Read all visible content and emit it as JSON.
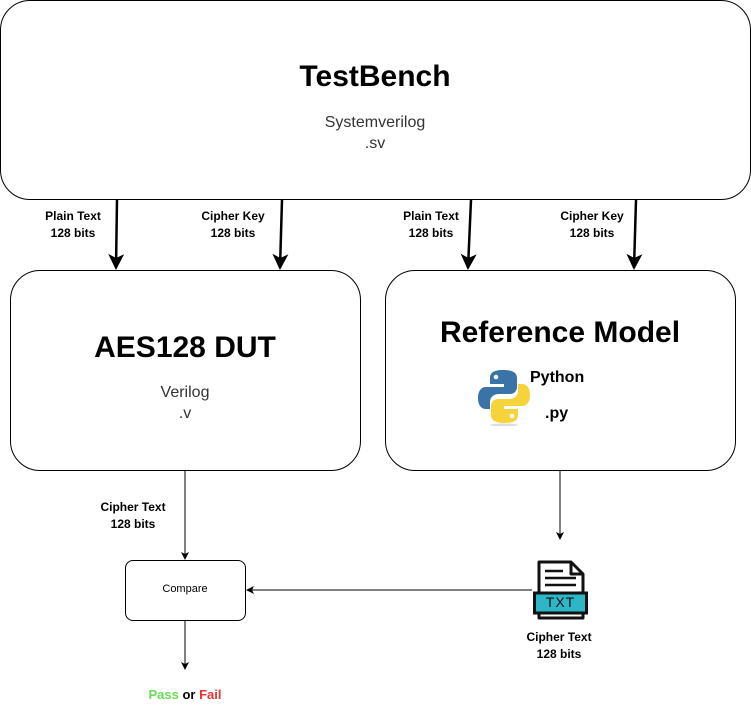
{
  "testbench": {
    "title": "TestBench",
    "language": "Systemverilog",
    "extension": ".sv"
  },
  "dut": {
    "title": "AES128 DUT",
    "language": "Verilog",
    "extension": ".v"
  },
  "reference_model": {
    "title": "Reference Model",
    "language": "Python",
    "extension": ".py",
    "logo_icon": "python-logo-icon"
  },
  "inputs": {
    "dut_plain": {
      "line1": "Plain Text",
      "line2": "128 bits"
    },
    "dut_key": {
      "line1": "Cipher Key",
      "line2": "128 bits"
    },
    "ref_plain": {
      "line1": "Plain Text",
      "line2": "128 bits"
    },
    "ref_key": {
      "line1": "Cipher Key",
      "line2": "128 bits"
    }
  },
  "dut_output": {
    "line1": "Cipher Text",
    "line2": "128 bits"
  },
  "ref_output": {
    "line1": "Cipher Text",
    "line2": "128 bits",
    "file_label": "TXT",
    "icon": "txt-file-icon"
  },
  "compare": {
    "label": "Compare"
  },
  "result": {
    "pass": "Pass",
    "or": "or",
    "fail": "Fail",
    "pass_color": "#66dd55",
    "fail_color": "#ee3333"
  }
}
